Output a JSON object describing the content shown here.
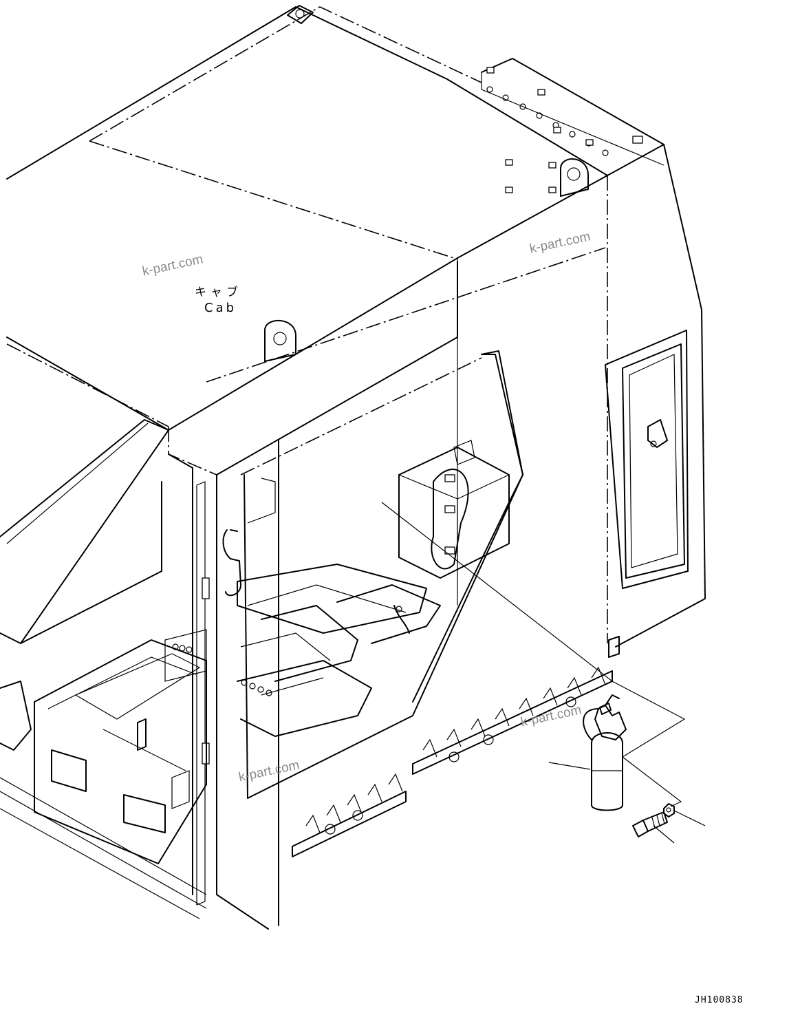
{
  "labels": {
    "cab_jp": "キャブ",
    "cab_en": "Cab",
    "drawing_number": "JH100838"
  },
  "watermarks": [
    "k-part.com",
    "k-part.com",
    "k-part.com",
    "k-part.com"
  ],
  "callouts": [
    {
      "part": "fire-extinguisher"
    },
    {
      "part": "bolt"
    },
    {
      "part": "nut"
    }
  ],
  "colors": {
    "line": "#000000",
    "background": "#ffffff",
    "watermark": "#8a8a8a"
  }
}
